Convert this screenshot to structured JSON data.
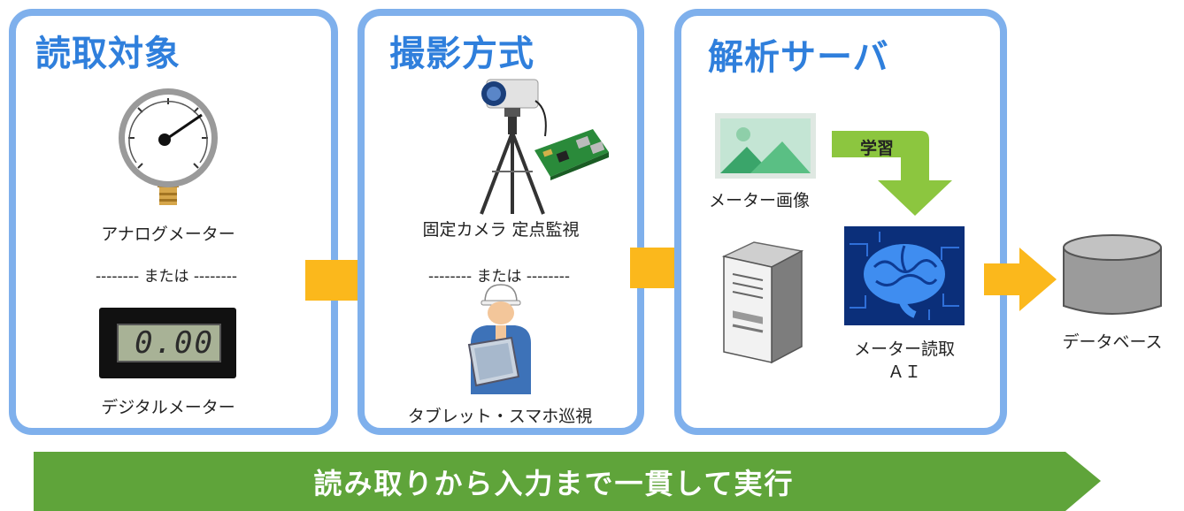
{
  "panels": {
    "target": {
      "title": "読取対象",
      "analog_label": "アナログメーター",
      "or_label": "-------- または --------",
      "digital_label": "デジタルメーター",
      "digital_reading": "0.00"
    },
    "capture": {
      "title": "撮影方式",
      "fixed_label": "固定カメラ 定点監視",
      "or_label": "-------- または --------",
      "tablet_label": "タブレット・スマホ巡視"
    },
    "server": {
      "title": "解析サーバ",
      "image_label": "メーター画像",
      "learn_label": "学習",
      "ai_label_line1": "メーター読取",
      "ai_label_line2": "ＡＩ"
    }
  },
  "database_label": "データベース",
  "banner_text": "読み取りから入力まで一貫して実行",
  "colors": {
    "panel_border": "#7fb0ec",
    "title_blue": "#2f7fdc",
    "arrow_yellow": "#fbb81c",
    "learn_green": "#8cc63f",
    "banner_green": "#5fa43a"
  },
  "icons": [
    "pressure-gauge-icon",
    "digital-meter-icon",
    "tripod-camera-icon",
    "circuit-board-icon",
    "worker-tablet-icon",
    "image-placeholder-icon",
    "server-tower-icon",
    "ai-brain-icon",
    "database-icon"
  ]
}
